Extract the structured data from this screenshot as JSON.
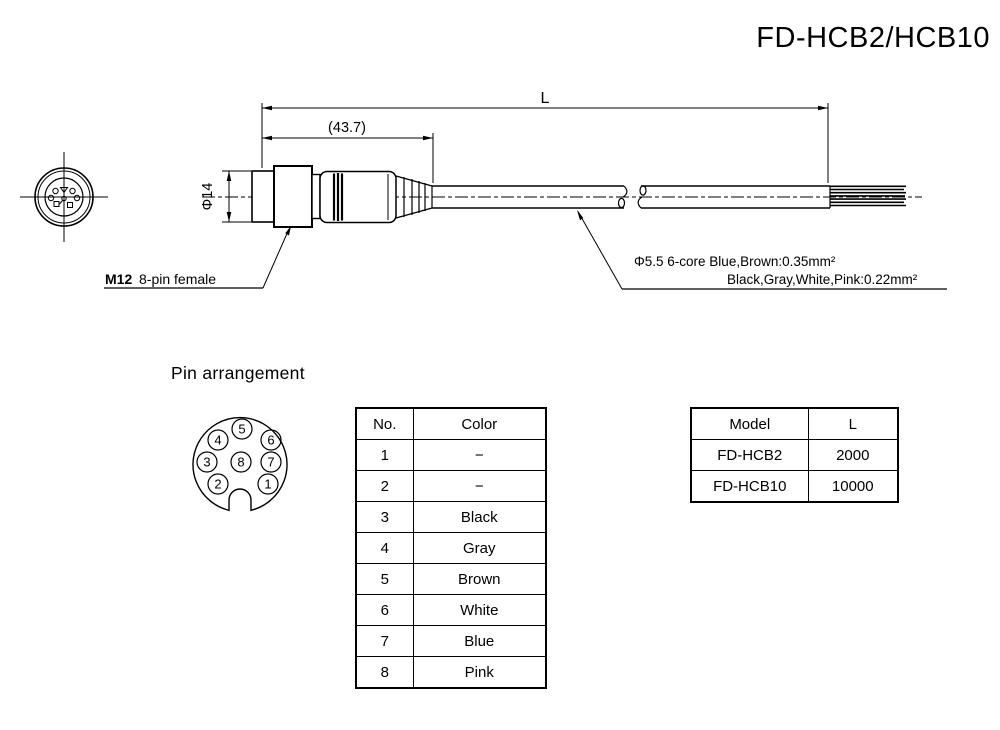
{
  "title": "FD-HCB2/HCB10",
  "diagram": {
    "dim_overall": "L",
    "dim_connector_length": "(43.7)",
    "dim_connector_diameter": "Φ14",
    "connector_label_model": "M12",
    "connector_label_rest": "8-pin female",
    "cable_spec_line1": "Φ5.5 6-core Blue,Brown:0.35mm²",
    "cable_spec_line2": "Black,Gray,White,Pink:0.22mm²"
  },
  "pin_arrangement": {
    "heading": "Pin arrangement",
    "pins": [
      "1",
      "2",
      "3",
      "4",
      "5",
      "6",
      "7",
      "8"
    ]
  },
  "wiring_table": {
    "headers": [
      "No.",
      "Color"
    ],
    "rows": [
      [
        "1",
        "−"
      ],
      [
        "2",
        "−"
      ],
      [
        "3",
        "Black"
      ],
      [
        "4",
        "Gray"
      ],
      [
        "5",
        "Brown"
      ],
      [
        "6",
        "White"
      ],
      [
        "7",
        "Blue"
      ],
      [
        "8",
        "Pink"
      ]
    ]
  },
  "model_table": {
    "headers": [
      "Model",
      "L"
    ],
    "rows": [
      [
        "FD-HCB2",
        "2000"
      ],
      [
        "FD-HCB10",
        "10000"
      ]
    ]
  },
  "colors": {
    "line": "#000000",
    "background": "#ffffff"
  }
}
